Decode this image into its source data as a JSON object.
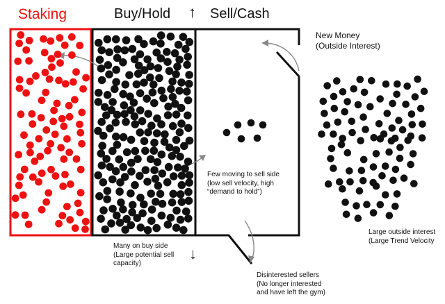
{
  "titles": {
    "staking": "Staking",
    "buy_hold": "Buy/Hold",
    "sell_cash": "Sell/Cash"
  },
  "annotations": {
    "new_money": [
      "New Money",
      "(Outside Interest)"
    ],
    "few_moving": [
      "Few moving to sell side",
      "(low sell velocity, high",
      "“demand to hold”)"
    ],
    "many_buy": [
      "Many on buy side",
      "(Large potential sell",
      "capacity)"
    ],
    "disinterested": [
      "Disinterested sellers",
      "(No longer interested",
      "and have left the gym)"
    ],
    "outside_interest": [
      "Large outside interest",
      "(Large Trend Velocity"
    ]
  },
  "colors": {
    "staking": "#ee1111",
    "ink": "#111111"
  },
  "icons": {
    "up_arrow": "↑",
    "down_arrow": "↓"
  }
}
